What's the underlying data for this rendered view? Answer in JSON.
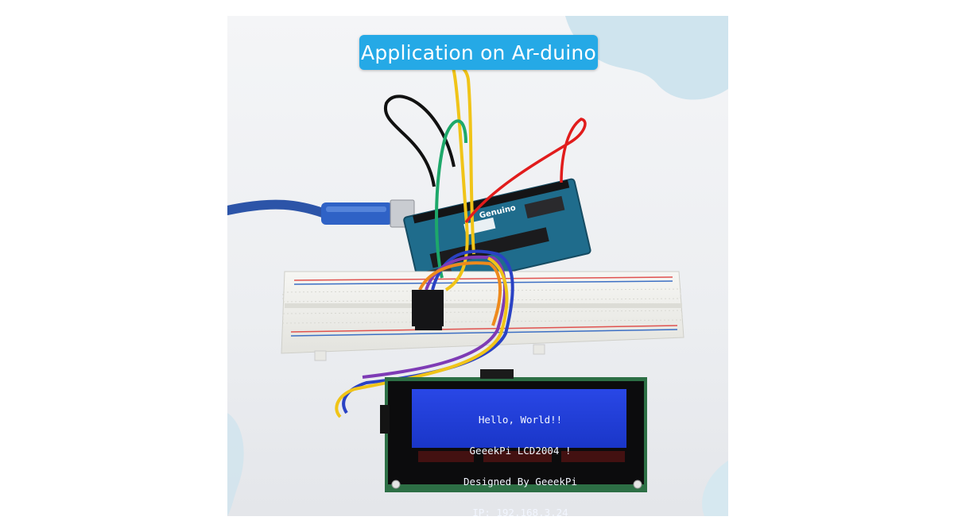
{
  "banner": {
    "title": "Application on Ar-duino"
  },
  "board": {
    "label": "Genuino"
  },
  "lcd": {
    "lines": [
      "Hello, World!!",
      "GeeekPi LCD2004 !",
      "Designed By GeeekPi",
      "IP: 192.168.3.24"
    ]
  },
  "colors": {
    "banner": "#25a9e6",
    "background_blob": "#cfe4ee",
    "lcd_screen": "#1f3fd8",
    "lcd_frame": "#0c0c0d",
    "pcb_green": "#2d6f45",
    "breadboard": "#eeeeea",
    "arduino_pcb": "#1f6c8c",
    "usb_cable": "#2c54a8"
  }
}
